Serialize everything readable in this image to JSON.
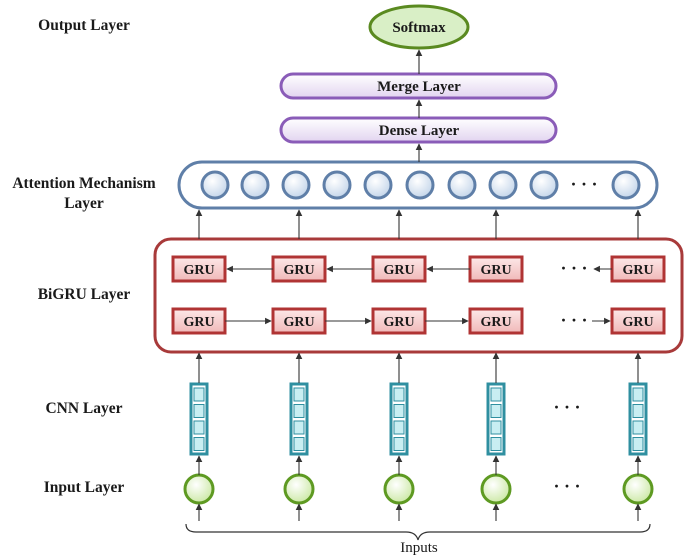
{
  "layer_labels": {
    "output": "Output Layer",
    "attention_line1": "Attention Mechanism",
    "attention_line2": "Layer",
    "bigru": "BiGRU Layer",
    "cnn": "CNN Layer",
    "input": "Input Layer"
  },
  "nodes": {
    "softmax": "Softmax",
    "merge": "Merge Layer",
    "dense": "Dense Layer",
    "gru": "GRU",
    "ellipsis": "· · ·"
  },
  "inputs_label": "Inputs",
  "colors": {
    "softmax_fill": "#d4ecc0",
    "softmax_stroke": "#5a8a20",
    "purple_fill": "#ece4f4",
    "purple_stroke": "#8a5cb8",
    "attention_stroke": "#5f7fa8",
    "attention_node_fill": "#dce8f5",
    "bigru_stroke": "#a83a3a",
    "gru_fill": "#f5d0d0",
    "gru_stroke": "#b03434",
    "cnn_stroke": "#2f8fa0",
    "cnn_fill": "#c8eef2",
    "input_stroke": "#5e9a22",
    "input_fill": "#dff0c4",
    "arrow": "#333333"
  }
}
